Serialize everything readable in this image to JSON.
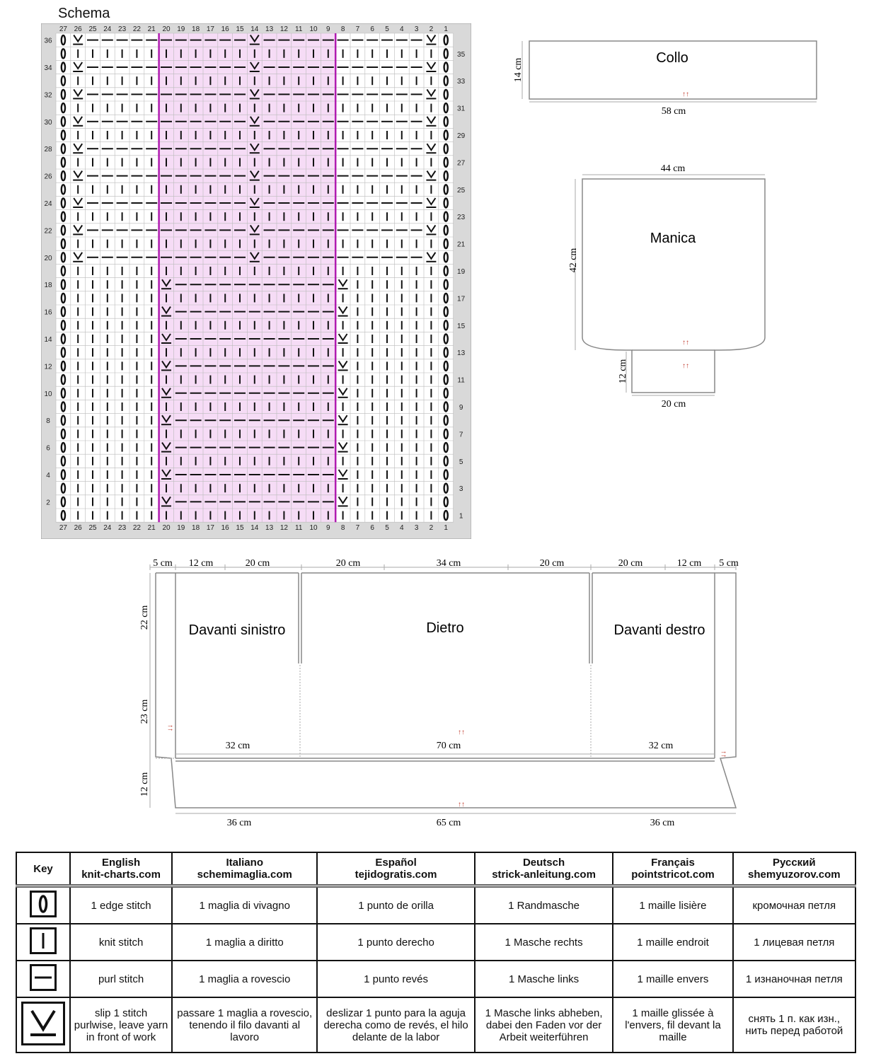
{
  "chart_title": "Schema",
  "chart": {
    "columns": [
      27,
      26,
      25,
      24,
      23,
      22,
      21,
      20,
      19,
      18,
      17,
      16,
      15,
      14,
      13,
      12,
      11,
      10,
      9,
      8,
      7,
      6,
      5,
      4,
      3,
      2,
      1
    ],
    "rows_left": [
      36,
      34,
      32,
      30,
      28,
      26,
      24,
      22,
      20,
      18,
      16,
      14,
      12,
      10,
      8,
      6,
      4,
      2
    ],
    "rows_right": [
      35,
      33,
      31,
      29,
      27,
      25,
      23,
      21,
      19,
      17,
      15,
      13,
      11,
      9,
      7,
      5,
      3,
      1
    ],
    "colors": {
      "highlight": "#f6dcf6",
      "repeat_line": "#b01cb0",
      "frame": "#9a9a9a"
    }
  },
  "collo": {
    "label": "Collo",
    "width": "58 cm",
    "height": "14 cm"
  },
  "manica": {
    "label": "Manica",
    "top": "44 cm",
    "height": "42 cm",
    "cuff_height": "12 cm",
    "cuff_width": "20 cm"
  },
  "body": {
    "top_dims": [
      "5 cm",
      "12 cm",
      "20 cm",
      "20 cm",
      "34 cm",
      "20 cm",
      "20 cm",
      "12 cm",
      "5 cm"
    ],
    "left_dims": [
      "22 cm",
      "23 cm",
      "12 cm"
    ],
    "panels": [
      "Davanti sinistro",
      "Dietro",
      "Davanti destro"
    ],
    "waist_dims": [
      "32 cm",
      "70 cm",
      "32 cm"
    ],
    "bottom_dims": [
      "36 cm",
      "65 cm",
      "36 cm"
    ]
  },
  "key_table": {
    "headers": [
      {
        "line1": "Key",
        "line2": ""
      },
      {
        "line1": "English",
        "line2": "knit-charts.com"
      },
      {
        "line1": "Italiano",
        "line2": "schemimaglia.com"
      },
      {
        "line1": "Español",
        "line2": "tejidogratis.com"
      },
      {
        "line1": "Deutsch",
        "line2": "strick-anleitung.com"
      },
      {
        "line1": "Français",
        "line2": "pointstricot.com"
      },
      {
        "line1": "Русский",
        "line2": "shemyuzorov.com"
      }
    ],
    "rows": [
      {
        "symbol": "edge-stitch",
        "cells": [
          "1 edge stitch",
          "1 maglia di vivagno",
          "1 punto de orilla",
          "1 Randmasche",
          "1 maille lisière",
          "кромочная петля"
        ]
      },
      {
        "symbol": "knit-stitch",
        "cells": [
          "knit stitch",
          "1 maglia a diritto",
          "1 punto derecho",
          "1 Masche rechts",
          "1 maille endroit",
          "1 лицевая петля"
        ]
      },
      {
        "symbol": "purl-stitch",
        "cells": [
          "purl stitch",
          "1 maglia a rovescio",
          "1 punto revés",
          "1 Masche links",
          "1 maille envers",
          "1 изнаночная петля"
        ]
      },
      {
        "symbol": "slip-purlwise",
        "cells": [
          "slip 1 stitch purlwise, leave yarn in front of work",
          "passare 1 maglia a rovescio, tenendo il filo davanti al lavoro",
          "deslizar 1 punto para la aguja derecha como de revés, el hilo delante de la labor",
          "1 Masche links abheben, dabei den Faden vor der Arbeit weiterführen",
          "1 maille glissée à l'envers, fil devant la maille",
          "снять 1 п. как изн., нить перед работой"
        ]
      }
    ]
  }
}
